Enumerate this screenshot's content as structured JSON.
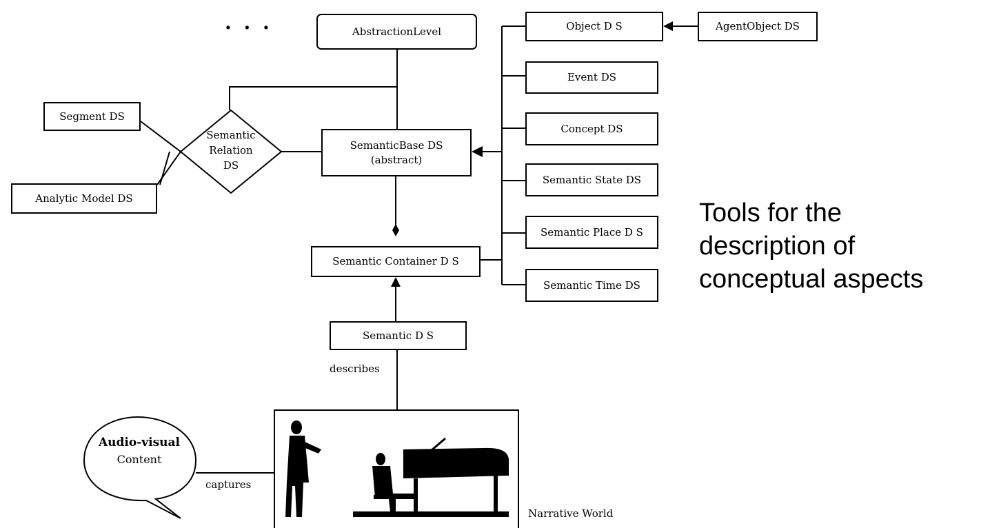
{
  "ellipsis": ". . .",
  "boxes": {
    "abstraction_level": "AbstractionLevel",
    "segment_ds": "Segment DS",
    "analytic_model_ds": "Analytic Model DS",
    "semantic_base_line1": "SemanticBase  DS",
    "semantic_base_line2": "(abstract)",
    "semantic_container_ds": "Semantic Container D S",
    "semantic_ds": "Semantic  D S",
    "object_ds": "Object D S",
    "agent_object_ds": "AgentObject DS",
    "event_ds": "Event DS",
    "concept_ds": "Concept DS",
    "semantic_state_ds": "Semantic State DS",
    "semantic_place_ds": "Semantic Place  D S",
    "semantic_time_ds": "Semantic Time  DS"
  },
  "diamond": {
    "line1": "Semantic",
    "line2": "Relation",
    "line3": "DS"
  },
  "labels": {
    "describes": "describes",
    "captures": "captures",
    "narrative_world": "Narrative World"
  },
  "bubble": {
    "line1": "Audio-visual",
    "line2": "Content"
  },
  "caption": {
    "line1": "Tools for the",
    "line2": "description of",
    "line3": "conceptual aspects"
  }
}
